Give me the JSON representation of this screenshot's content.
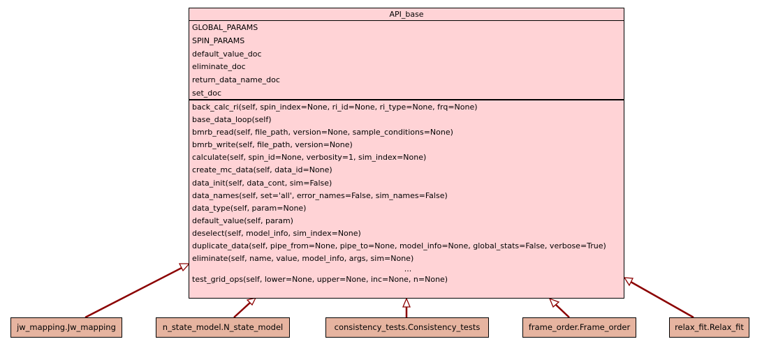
{
  "base_class": {
    "name": "API_base",
    "attributes": [
      "GLOBAL_PARAMS",
      "SPIN_PARAMS",
      "default_value_doc",
      "eliminate_doc",
      "return_data_name_doc",
      "set_doc"
    ],
    "methods": [
      "back_calc_ri(self, spin_index=None, ri_id=None, ri_type=None, frq=None)",
      "base_data_loop(self)",
      "bmrb_read(self, file_path, version=None, sample_conditions=None)",
      "bmrb_write(self, file_path, version=None)",
      "calculate(self, spin_id=None, verbosity=1, sim_index=None)",
      "create_mc_data(self, data_id=None)",
      "data_init(self, data_cont, sim=False)",
      "data_names(self, set='all', error_names=False, sim_names=False)",
      "data_type(self, param=None)",
      "default_value(self, param)",
      "deselect(self, model_info, sim_index=None)",
      "duplicate_data(self, pipe_from=None, pipe_to=None, model_info=None, global_stats=False, verbose=True)",
      "eliminate(self, name, value, model_info, args, sim=None)"
    ],
    "ellipsis": "...",
    "last_method": "test_grid_ops(self, lower=None, upper=None, inc=None, n=None)"
  },
  "subclasses": [
    "jw_mapping.Jw_mapping",
    "n_state_model.N_state_model",
    "consistency_tests.Consistency_tests",
    "frame_order.Frame_order",
    "relax_fit.Relax_fit"
  ],
  "colors": {
    "base_fill": "#ffd3d6",
    "subclass_fill": "#e6b4a0",
    "arrow": "#8b0000"
  }
}
